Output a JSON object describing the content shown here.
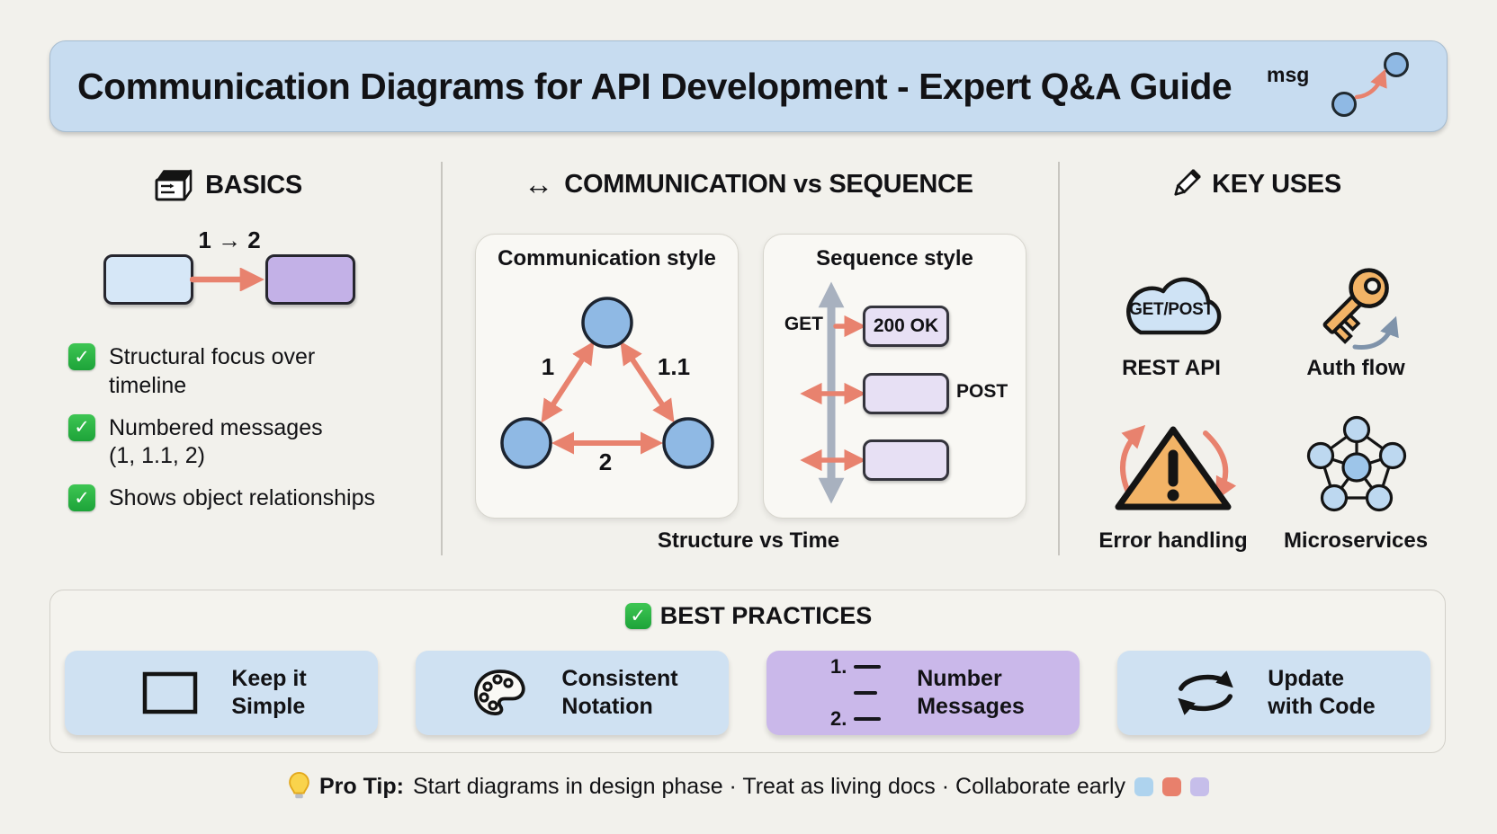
{
  "header": {
    "title": "Communication Diagrams for API Development - Expert Q&A Guide",
    "msg_label": "msg"
  },
  "basics": {
    "heading": "BASICS",
    "flow_label": "1 → 2",
    "checklist": [
      {
        "text": "Structural focus over\ntimeline"
      },
      {
        "text": "Numbered messages\n(1, 1.1, 2)"
      },
      {
        "text": "Shows object relationships"
      }
    ]
  },
  "comparison": {
    "heading": "COMMUNICATION vs SEQUENCE",
    "communication_panel": {
      "title": "Communication style",
      "message_labels": {
        "first": "1",
        "nested": "1.1",
        "second": "2"
      }
    },
    "sequence_panel": {
      "title": "Sequence style",
      "request_label": "GET",
      "response_label": "200 OK",
      "post_label": "POST"
    },
    "caption": "Structure vs Time"
  },
  "key_uses": {
    "heading": "KEY USES",
    "cloud_badge": "GET/POST",
    "items": [
      {
        "label": "REST API"
      },
      {
        "label": "Auth flow"
      },
      {
        "label": "Error handling"
      },
      {
        "label": "Microservices"
      }
    ]
  },
  "best_practices": {
    "heading": "BEST PRACTICES",
    "cards": [
      {
        "line1": "Keep it",
        "line2": "Simple"
      },
      {
        "line1": "Consistent",
        "line2": "Notation"
      },
      {
        "line1": "Number",
        "line2": "Messages"
      },
      {
        "line1": "Update",
        "line2": "with Code"
      }
    ],
    "number_icon": {
      "first": "1.",
      "second": "2."
    }
  },
  "pro_tip": {
    "label": "Pro Tip:",
    "text": "Start diagrams in design phase · Treat as living docs · Collaborate early"
  },
  "icons": {
    "check": "✓",
    "double_arrow": "↔"
  },
  "colors": {
    "page_bg": "#f2f1ec",
    "banner_blue": "#c7dcf0",
    "accent_salmon": "#e8826e",
    "node_blue": "#8fb9e4",
    "box_blue": "#d6e7f7",
    "box_purple": "#c3b1e7",
    "sequence_box_purple": "#e7e0f4",
    "card_blue": "#cfe1f2",
    "card_purple": "#cab8ea",
    "check_green": "#27b43e",
    "icon_orange": "#f2b366",
    "timeline_gray": "#a8b1bf",
    "chip_blue": "#aed3ee",
    "chip_salmon": "#e8806c",
    "chip_purple": "#c6beea"
  }
}
